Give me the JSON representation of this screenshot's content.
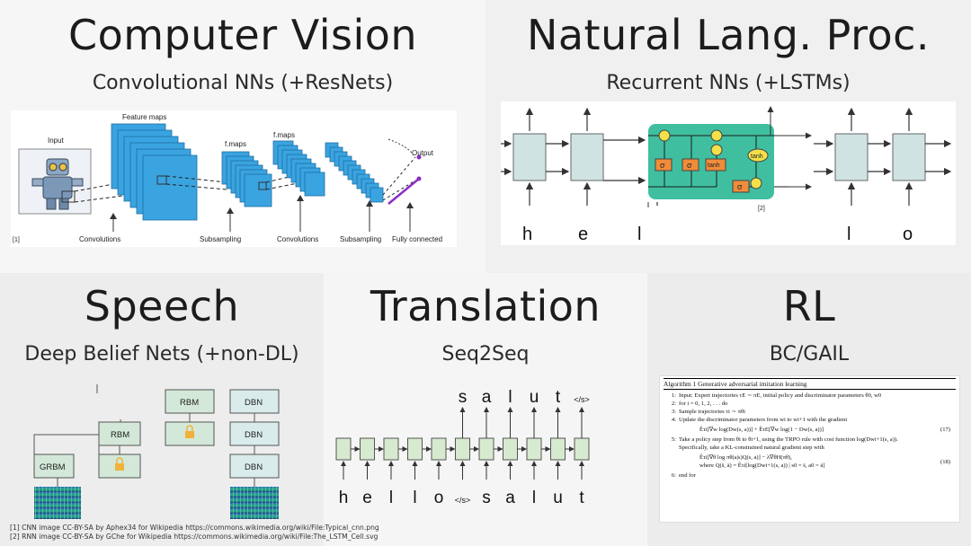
{
  "panels": {
    "cv": {
      "title": "Computer Vision",
      "subtitle": "Convolutional NNs (+ResNets)",
      "figure": {
        "labels": [
          "Input",
          "Feature maps",
          "f.maps",
          "f.maps",
          "Output"
        ],
        "bottom_labels": [
          "Convolutions",
          "Subsampling",
          "Convolutions",
          "Subsampling",
          "Fully connected"
        ],
        "ref": "[1]"
      }
    },
    "nlp": {
      "title": "Natural Lang. Proc.",
      "subtitle": "Recurrent NNs (+LSTMs)",
      "figure": {
        "chars": [
          "h",
          "e",
          "l",
          "l",
          "o"
        ],
        "gate_sigma": "σ",
        "gate_tanh": "tanh",
        "ref": "[2]"
      }
    },
    "speech": {
      "title": "Speech",
      "subtitle": "Deep Belief Nets (+non-DL)",
      "figure": {
        "labels": [
          "GRBM",
          "RBM",
          "RBM",
          "DBN",
          "DBN",
          "DBN"
        ]
      }
    },
    "translation": {
      "title": "Translation",
      "subtitle": "Seq2Seq",
      "figure": {
        "input_tokens": [
          "h",
          "e",
          "l",
          "l",
          "o",
          "</s>",
          "s",
          "a",
          "l",
          "u",
          "t"
        ],
        "output_tokens": [
          "s",
          "a",
          "l",
          "u",
          "t",
          "</s>"
        ]
      }
    },
    "rl": {
      "title": "RL",
      "subtitle": "BC/GAIL",
      "algorithm": {
        "header": "Algorithm 1 Generative adversarial imitation learning",
        "lines": [
          {
            "num": "1:",
            "text": "Input: Expert trajectories τE ∼ πE, initial policy and discriminator parameters θ0, w0"
          },
          {
            "num": "2:",
            "text": "for i = 0, 1, 2, . . . do"
          },
          {
            "num": "3:",
            "text": "    Sample trajectories τi ∼ πθi"
          },
          {
            "num": "4:",
            "text": "    Update the discriminator parameters from wi to wi+1 with the gradient"
          }
        ],
        "eq1": "Êτi[∇w log(Dw(s, a))] + ÊτE[∇w log(1 − Dw(s, a))]",
        "eq1_num": "(17)",
        "line5a": "Take a policy step from θi to θi+1, using the TRPO rule with cost function log(Dwi+1(s, a)).",
        "line5b": "Specifically, take a KL-constrained natural gradient step with",
        "eq2a": "Êτi[∇θ log πθ(a|s)Q(s, a)] − λ∇θH(πθ),",
        "eq2b": "where Q(s̄, ā) = Êτi[log(Dwi+1(s, a)) | s0 = s̄, a0 = ā]",
        "eq2_num": "(18)",
        "num5": "5:",
        "num6": "6:",
        "end": "end for"
      }
    }
  },
  "credits": [
    "[1] CNN image CC-BY-SA by Aphex34 for Wikipedia https://commons.wikimedia.org/wiki/File:Typical_cnn.png",
    "[2] RNN image CC-BY-SA by GChe for Wikipedia https://commons.wikimedia.org/wiki/File:The_LSTM_Cell.svg"
  ],
  "colors": {
    "cnn_blue": "#3aa4e0",
    "lstm_teal": "#3fbfa0",
    "gate_orange": "#f08c3a",
    "gate_yellow": "#f4e04a",
    "rnn_box": "#cfe3e3",
    "seq_box": "#d6ead0",
    "dbn_box": "#d9ebea"
  }
}
